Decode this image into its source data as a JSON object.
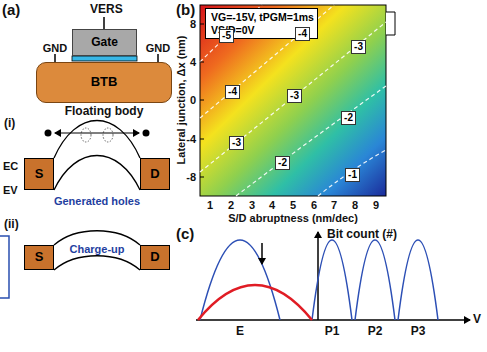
{
  "diagram": {
    "nodes": [
      {
        "text": [
          "Gate"
        ]
      },
      {
        "text": [
          "BTB"
        ]
      },
      {
        "text": [
          "S"
        ]
      },
      {
        "text": [
          "D"
        ]
      },
      {
        "text": [
          "S"
        ]
      },
      {
        "text": [
          "D"
        ]
      },
      {
        "text": [
          "VG=-15V, tPGM=1ms",
          "VS/D=0V"
        ]
      },
      {
        "text": [
          "-5"
        ]
      },
      {
        "text": [
          "-4"
        ]
      },
      {
        "text": [
          "-4"
        ]
      },
      {
        "text": [
          "-3"
        ]
      },
      {
        "text": [
          "-3"
        ]
      },
      {
        "text": [
          "-3"
        ]
      },
      {
        "text": [
          "-2"
        ]
      },
      {
        "text": [
          "-2"
        ]
      },
      {
        "text": [
          "-1"
        ]
      }
    ],
    "labels": [
      "(a)",
      "VERS",
      "GND",
      "GND",
      "Floating body",
      "(i)",
      "EC",
      "EV",
      "Generated holes",
      "(ii)",
      "Charge-up",
      "(b)",
      "8",
      "4",
      "0",
      "-4",
      "-8",
      "1",
      "2",
      "3",
      "4",
      "5",
      "6",
      "7",
      "8",
      "9",
      "Lateral junction, Δx (nm)",
      "S/D abruptness (nm/dec)",
      "(c)",
      "Bit count (#)",
      "E",
      "P1",
      "P2",
      "P3",
      "V"
    ]
  }
}
